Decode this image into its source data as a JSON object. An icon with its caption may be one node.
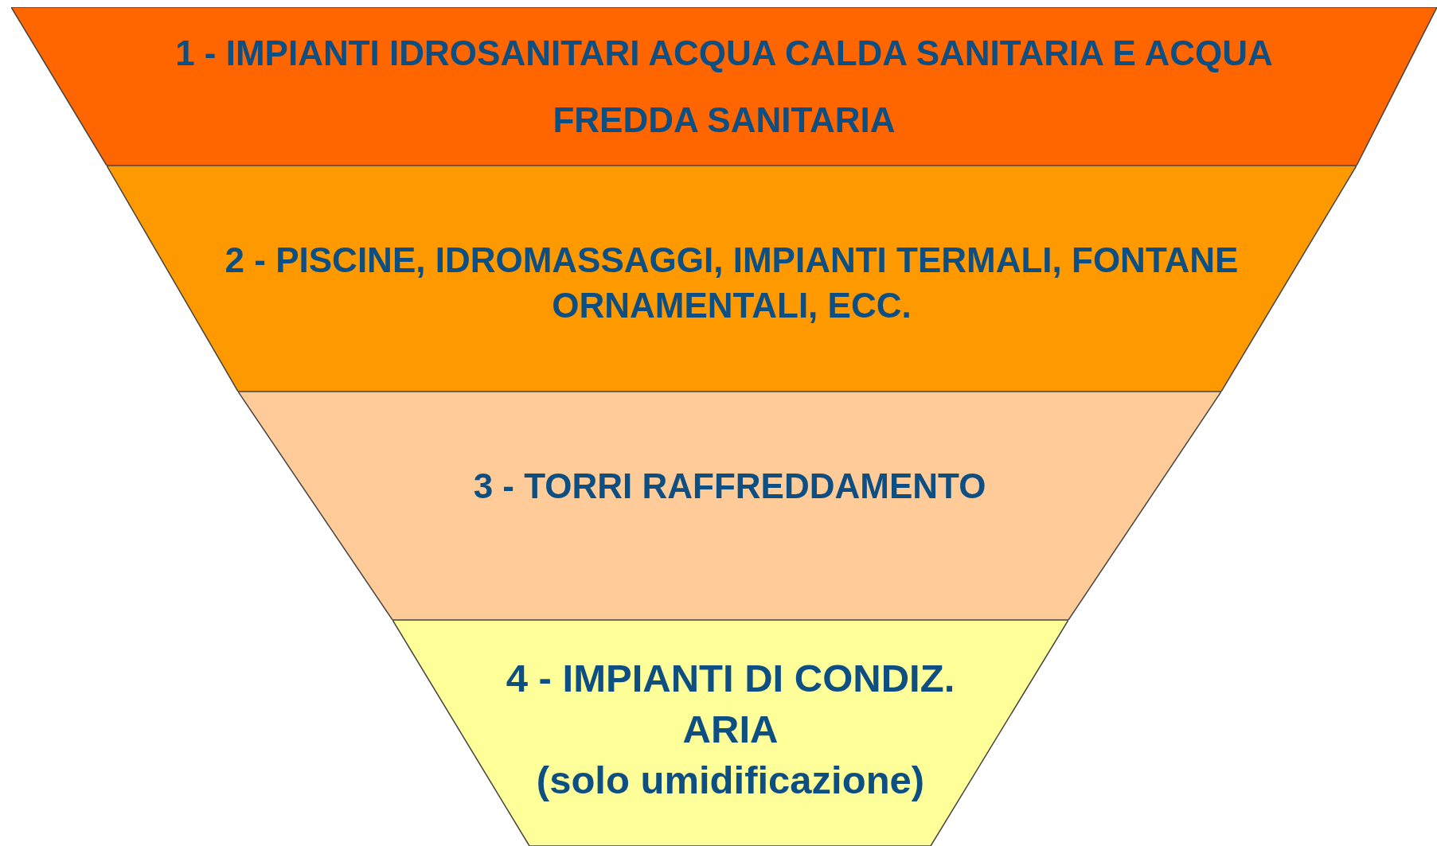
{
  "diagram": {
    "nodes": [
      {
        "text": [
          "1 - IMPIANTI IDROSANITARI ACQUA CALDA SANITARIA E ACQUA FREDDA SANITARIA"
        ]
      },
      {
        "text": [
          "2 - PISCINE, IDROMASSAGGI, IMPIANTI TERMALI, FONTANE ORNAMENTALI, ECC."
        ]
      },
      {
        "text": [
          "3 - TORRI RAFFREDDAMENTO"
        ]
      },
      {
        "text": [
          "4 - IMPIANTI DI CONDIZ. ARIA",
          "(solo umidificazione)"
        ]
      }
    ]
  }
}
